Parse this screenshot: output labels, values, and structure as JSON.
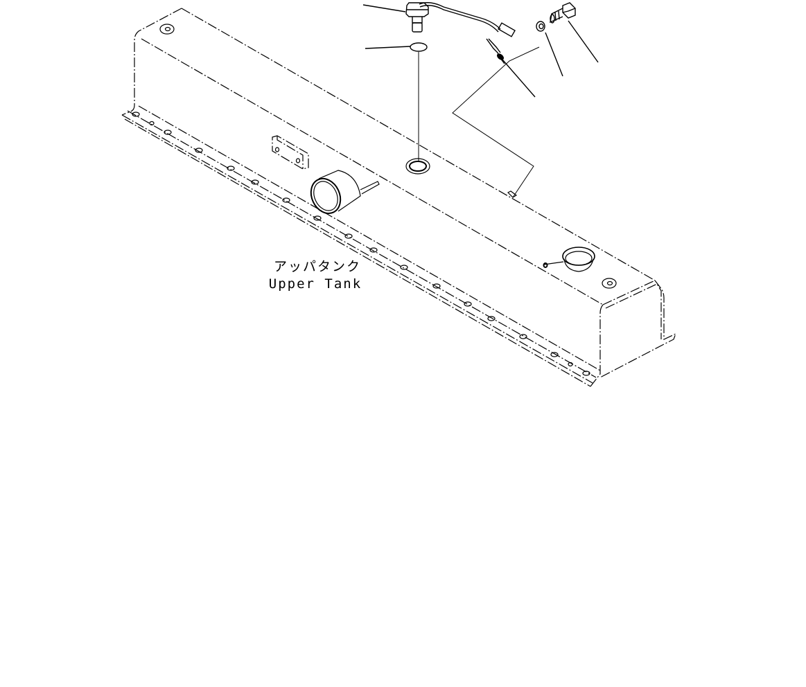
{
  "diagram": {
    "title_jp": "アッパタンク",
    "title_en": "Upper Tank",
    "line_color": "#000000",
    "background": "#ffffff",
    "parts": [
      {
        "name": "sensor-plug-with-harness",
        "type": "callout"
      },
      {
        "name": "o-ring",
        "type": "callout"
      },
      {
        "name": "harness-clip",
        "type": "callout"
      },
      {
        "name": "washer",
        "type": "callout"
      },
      {
        "name": "bolt",
        "type": "callout"
      },
      {
        "name": "mounting-boss",
        "type": "callout"
      }
    ]
  }
}
